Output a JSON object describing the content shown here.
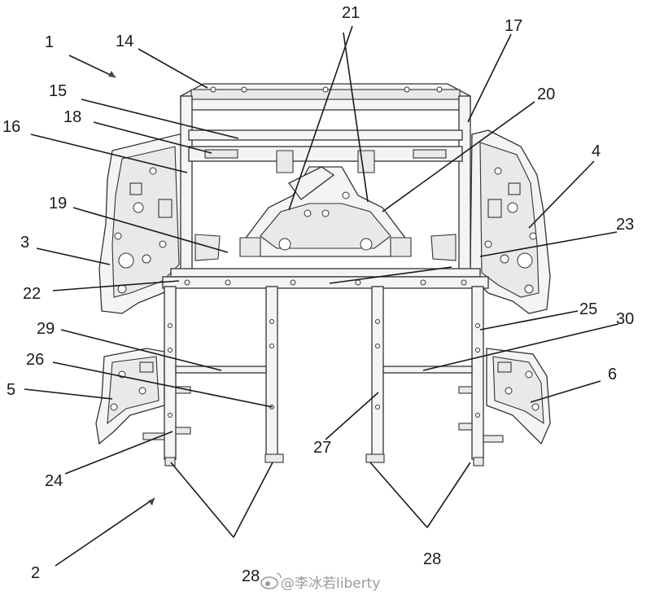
{
  "figure": {
    "reference_labels": [
      {
        "id": "1",
        "text": "1"
      },
      {
        "id": "14",
        "text": "14"
      },
      {
        "id": "15",
        "text": "15"
      },
      {
        "id": "18",
        "text": "18"
      },
      {
        "id": "16",
        "text": "16"
      },
      {
        "id": "21",
        "text": "21"
      },
      {
        "id": "17",
        "text": "17"
      },
      {
        "id": "20",
        "text": "20"
      },
      {
        "id": "4",
        "text": "4"
      },
      {
        "id": "19",
        "text": "19"
      },
      {
        "id": "3",
        "text": "3"
      },
      {
        "id": "23",
        "text": "23"
      },
      {
        "id": "22",
        "text": "22"
      },
      {
        "id": "25",
        "text": "25"
      },
      {
        "id": "29",
        "text": "29"
      },
      {
        "id": "30",
        "text": "30"
      },
      {
        "id": "26",
        "text": "26"
      },
      {
        "id": "5",
        "text": "5"
      },
      {
        "id": "6",
        "text": "6"
      },
      {
        "id": "27",
        "text": "27"
      },
      {
        "id": "24",
        "text": "24"
      },
      {
        "id": "2",
        "text": "2"
      },
      {
        "id": "28a",
        "text": "28"
      },
      {
        "id": "28b",
        "text": "28"
      }
    ],
    "watermark": {
      "text": "@李冰若liberty",
      "brand_icon": "weibo-logo-icon"
    }
  }
}
